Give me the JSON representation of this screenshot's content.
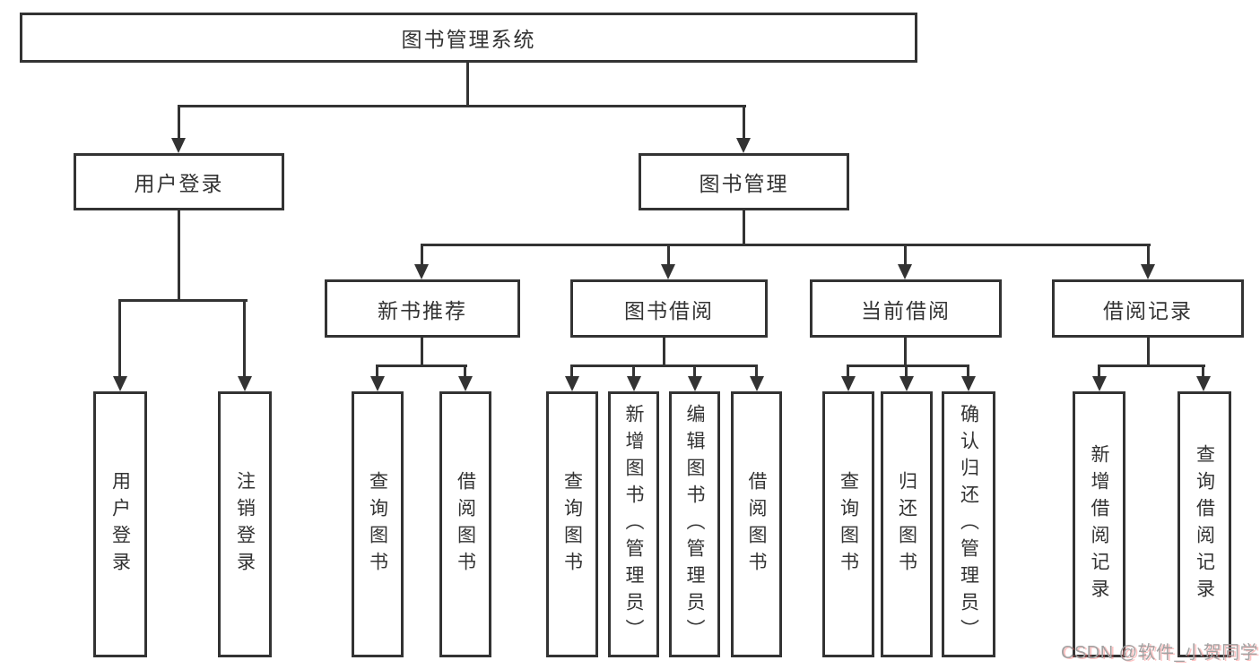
{
  "colors": {
    "line": "#333333",
    "background": "#ffffff",
    "watermark_gray": "#a2a2a2",
    "watermark_red_accent": "#ff6363"
  },
  "tree": {
    "label": "图书管理系统",
    "children": [
      {
        "label": "用户登录",
        "children": [
          {
            "label": "用户登录"
          },
          {
            "label": "注销登录"
          }
        ]
      },
      {
        "label": "图书管理",
        "children": [
          {
            "label": "新书推荐",
            "children": [
              {
                "label": "查询图书"
              },
              {
                "label": "借阅图书"
              }
            ]
          },
          {
            "label": "图书借阅",
            "children": [
              {
                "label": "查询图书"
              },
              {
                "label": "新增图书（管理员）"
              },
              {
                "label": "编辑图书（管理员）"
              },
              {
                "label": "借阅图书"
              }
            ]
          },
          {
            "label": "当前借阅",
            "children": [
              {
                "label": "查询图书"
              },
              {
                "label": "归还图书"
              },
              {
                "label": "确认归还（管理员）"
              }
            ]
          },
          {
            "label": "借阅记录",
            "children": [
              {
                "label": "新增借阅记录"
              },
              {
                "label": "查询借阅记录"
              }
            ]
          }
        ]
      }
    ]
  },
  "watermark": {
    "text": "CSDN @软件_小贺同学"
  }
}
